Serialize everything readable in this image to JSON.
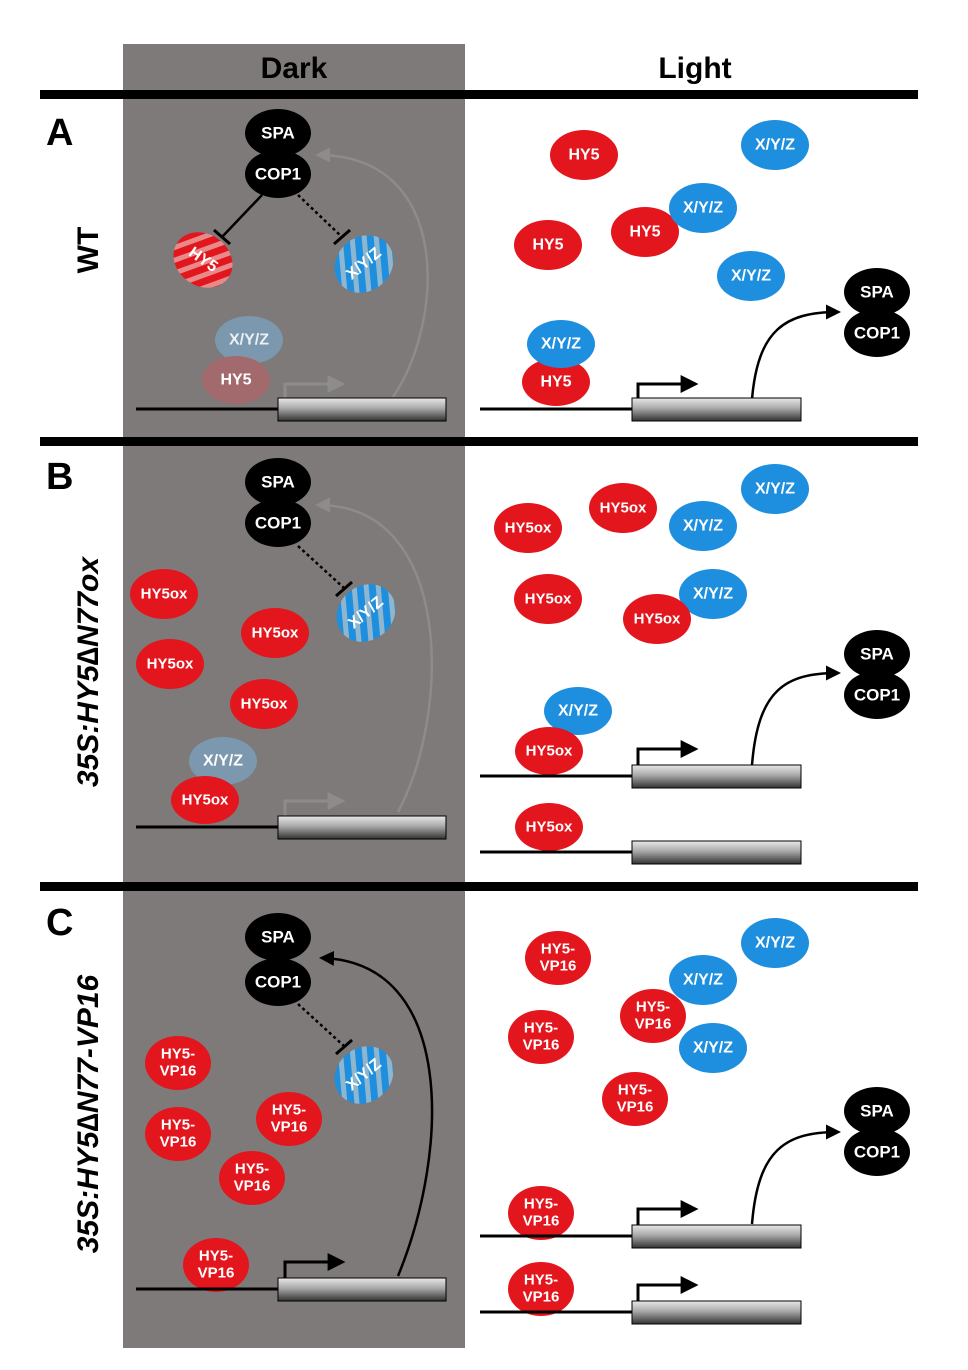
{
  "headers": {
    "dark": "Dark",
    "light": "Light"
  },
  "panels": [
    {
      "letter": "A",
      "genotype": "WT"
    },
    {
      "letter": "B",
      "genotype": "35S:HY5∆N77ox"
    },
    {
      "letter": "C",
      "genotype": "35S:HY5∆N77-VP16"
    }
  ],
  "labels": {
    "spa": "SPA",
    "cop1": "COP1",
    "hy5": "HY5",
    "xyz": "X/Y/Z",
    "hy5ox": "HY5ox",
    "hy5vp16_line1": "HY5-",
    "hy5vp16_line2": "VP16"
  },
  "colors": {
    "dark_background": "#7d7a79",
    "hy5_red": "#e3161e",
    "xyz_blue": "#1e8fdf",
    "cop_black": "#000000"
  }
}
